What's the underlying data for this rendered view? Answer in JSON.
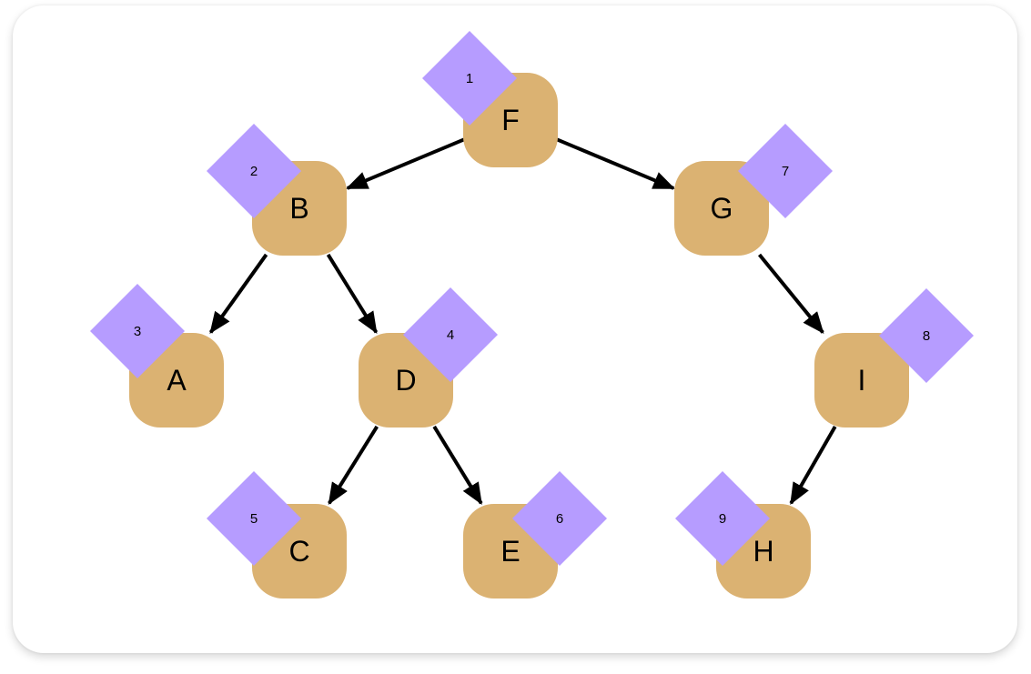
{
  "colors": {
    "node_fill": "#dbb272",
    "badge_fill": "#b69cff",
    "edge": "#000000",
    "text": "#000000"
  },
  "nodes": [
    {
      "id": "F",
      "label": "F",
      "order": "1"
    },
    {
      "id": "B",
      "label": "B",
      "order": "2"
    },
    {
      "id": "A",
      "label": "A",
      "order": "3"
    },
    {
      "id": "D",
      "label": "D",
      "order": "4"
    },
    {
      "id": "C",
      "label": "C",
      "order": "5"
    },
    {
      "id": "E",
      "label": "E",
      "order": "6"
    },
    {
      "id": "G",
      "label": "G",
      "order": "7"
    },
    {
      "id": "I",
      "label": "I",
      "order": "8"
    },
    {
      "id": "H",
      "label": "H",
      "order": "9"
    }
  ],
  "edges": [
    {
      "from": "F",
      "to": "B"
    },
    {
      "from": "F",
      "to": "G"
    },
    {
      "from": "B",
      "to": "A"
    },
    {
      "from": "B",
      "to": "D"
    },
    {
      "from": "D",
      "to": "C"
    },
    {
      "from": "D",
      "to": "E"
    },
    {
      "from": "G",
      "to": "I"
    },
    {
      "from": "I",
      "to": "H"
    }
  ]
}
